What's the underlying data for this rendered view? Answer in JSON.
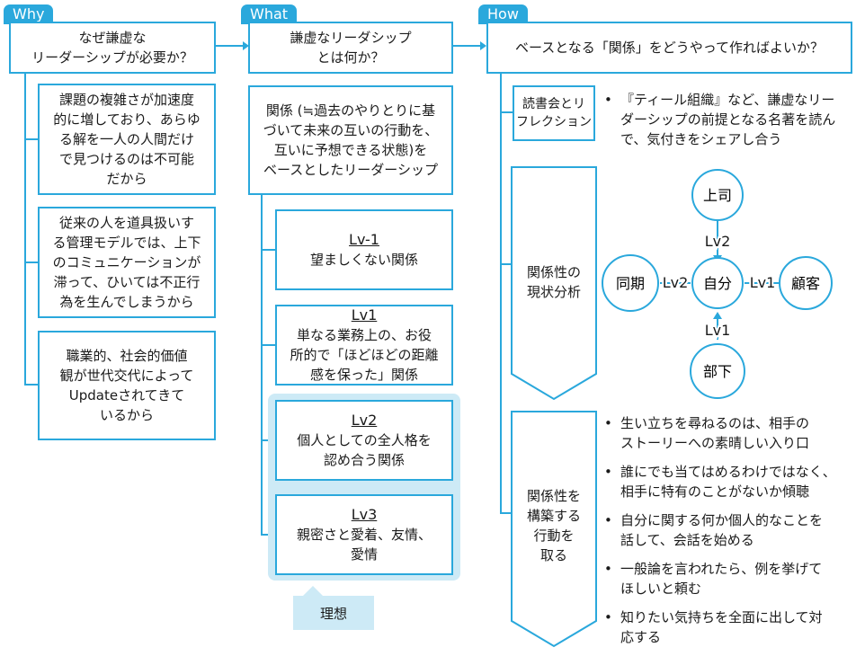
{
  "why": {
    "tag": "Why",
    "question": "なぜ謙虚な\nリーダーシップが必要か？",
    "reasons": [
      "課題の複雑さが加速度\n的に増しており、あらゆ\nる解を一人の人間だけ\nで見つけるのは不可能\nだから",
      "従来の人を道具扱いす\nる管理モデルでは、上下\nのコミュニケーションが\n滞って、ひいては不正行\n為を生んでしまうから",
      "職業的、社会的価値\n観が世代交代によって\nUpdateされてきて\nいるから"
    ]
  },
  "what": {
    "tag": "What",
    "question": "謙虚なリーダシップ\nとは何か？",
    "definition": "関係 (≒過去のやりとりに基\nづいて未来の互いの行動を、\n互いに予想できる状態)を\nベースとしたリーダーシップ",
    "levels": [
      {
        "title": "Lv-1",
        "desc": "望ましくない関係"
      },
      {
        "title": "Lv1",
        "desc": "単なる業務上の、お役\n所的で「ほどほどの距離\n感を保った」関係"
      },
      {
        "title": "Lv2",
        "desc": "個人としての全人格を\n認め合う関係"
      },
      {
        "title": "Lv3",
        "desc": "親密さと愛着、友情、\n愛情"
      }
    ],
    "ideal_label": "理想"
  },
  "how": {
    "tag": "How",
    "question": "ベースとなる「関係」をどうやって作ればよいか？",
    "step1_label": "読書会とリ\nフレクション",
    "step1_bullets": [
      "『ティール組織』など、謙虚なリー\nダーシップの前提となる名著を読ん\nで、気付きをシェアし合う"
    ],
    "step2_label": "関係性の\n現状分析",
    "step3_label": "関係性を\n構築する\n行動を\n取る",
    "step3_bullets": [
      "生い立ちを尋ねるのは、相手の\nストーリーへの素晴しい入り口",
      "誰にでも当てはめるわけではなく、\n相手に特有のことがないか傾聴",
      "自分に関する何か個人的なことを\n話して、会話を始める",
      "一般論を言われたら、例を挙げて\nほしいと頼む",
      "知りたい気持ちを全面に出して対\n応する"
    ],
    "network": {
      "center": "自分",
      "boss": "上司",
      "peer": "同期",
      "customer": "顧客",
      "subordinate": "部下",
      "boss_level": "Lv2",
      "peer_level": "Lv2",
      "customer_level": "Lv1",
      "subordinate_level": "Lv1"
    }
  },
  "colors": {
    "accent": "#2aa8dc",
    "highlight": "#cdeaf6"
  }
}
